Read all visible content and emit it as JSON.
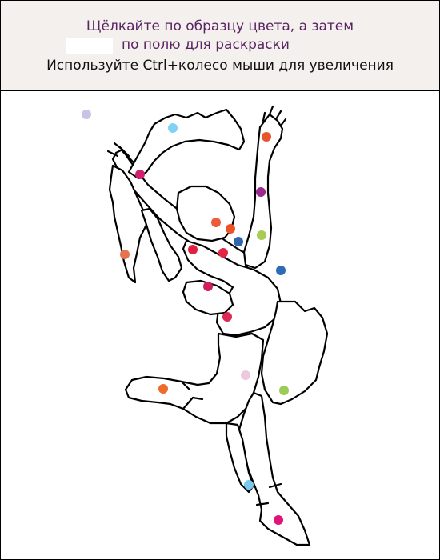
{
  "header": {
    "line1": "Щёлкайте по образцу цвета, а затем",
    "line2": "по полю для раскраски",
    "line3": "Используйте Ctrl+колесо мыши для увеличения",
    "selected_swatch_color": "#ffffff"
  },
  "palette": [
    {
      "name": "palette-dot-lavender",
      "color": "#c7c3e6"
    },
    {
      "name": "palette-dot-sky-blue",
      "color": "#7fd2f3"
    },
    {
      "name": "palette-dot-orange-red",
      "color": "#e8552d"
    },
    {
      "name": "palette-dot-magenta",
      "color": "#d11f6d"
    },
    {
      "name": "palette-dot-purple",
      "color": "#9a2a8c"
    },
    {
      "name": "palette-dot-crimson",
      "color": "#e02040"
    },
    {
      "name": "palette-dot-coral",
      "color": "#ee5a3c"
    },
    {
      "name": "palette-dot-lime",
      "color": "#a7cc52"
    },
    {
      "name": "palette-dot-blue",
      "color": "#2f66b0"
    },
    {
      "name": "palette-dot-salmon",
      "color": "#e8734f"
    },
    {
      "name": "palette-dot-red",
      "color": "#e32646"
    },
    {
      "name": "palette-dot-vermilion",
      "color": "#ec5127"
    },
    {
      "name": "palette-dot-steel-blue",
      "color": "#2c6cb4"
    },
    {
      "name": "palette-dot-raspberry",
      "color": "#cf2156"
    },
    {
      "name": "palette-dot-rose",
      "color": "#dd2a53"
    },
    {
      "name": "palette-dot-pale-pink",
      "color": "#ecc9de"
    },
    {
      "name": "palette-dot-tangerine",
      "color": "#ef6a2d"
    },
    {
      "name": "palette-dot-olive-green",
      "color": "#9ccc55"
    },
    {
      "name": "palette-dot-light-blue",
      "color": "#78c9ee"
    },
    {
      "name": "palette-dot-hot-pink",
      "color": "#e2127a"
    }
  ]
}
